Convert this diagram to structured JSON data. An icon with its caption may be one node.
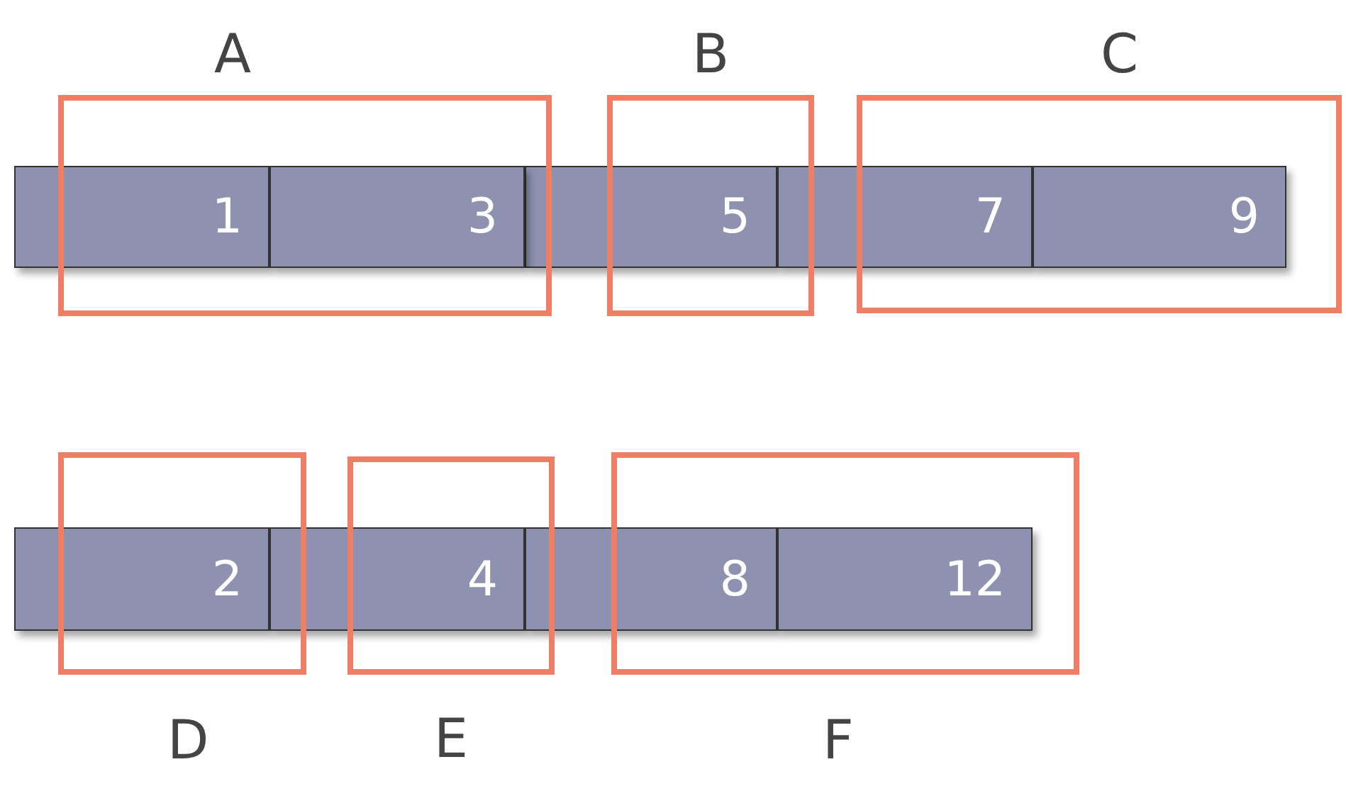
{
  "diagram": {
    "nodes": [
      {
        "text": [],
        "shape": "box",
        "beside": [
          "A"
        ]
      },
      {
        "text": [
          "1"
        ]
      },
      {
        "text": [
          "3"
        ],
        "in": 0
      },
      {
        "text": [],
        "shape": "box",
        "beside": [
          "B"
        ]
      },
      {
        "text": [
          "5"
        ]
      },
      {
        "text": [],
        "shape": "box",
        "beside": [
          "C"
        ]
      },
      {
        "text": [
          "7"
        ]
      },
      {
        "text": [
          "9"
        ],
        "in": 5
      },
      {
        "text": [],
        "shape": "box",
        "beside": [
          "D"
        ]
      },
      {
        "text": [
          "2"
        ]
      },
      {
        "text": [],
        "shape": "box",
        "beside": [
          "E"
        ]
      },
      {
        "text": [
          "4"
        ]
      },
      {
        "text": [],
        "shape": "box",
        "beside": [
          "F"
        ]
      },
      {
        "text": [
          "8"
        ]
      },
      {
        "text": [
          "12"
        ],
        "in": 12
      }
    ]
  }
}
